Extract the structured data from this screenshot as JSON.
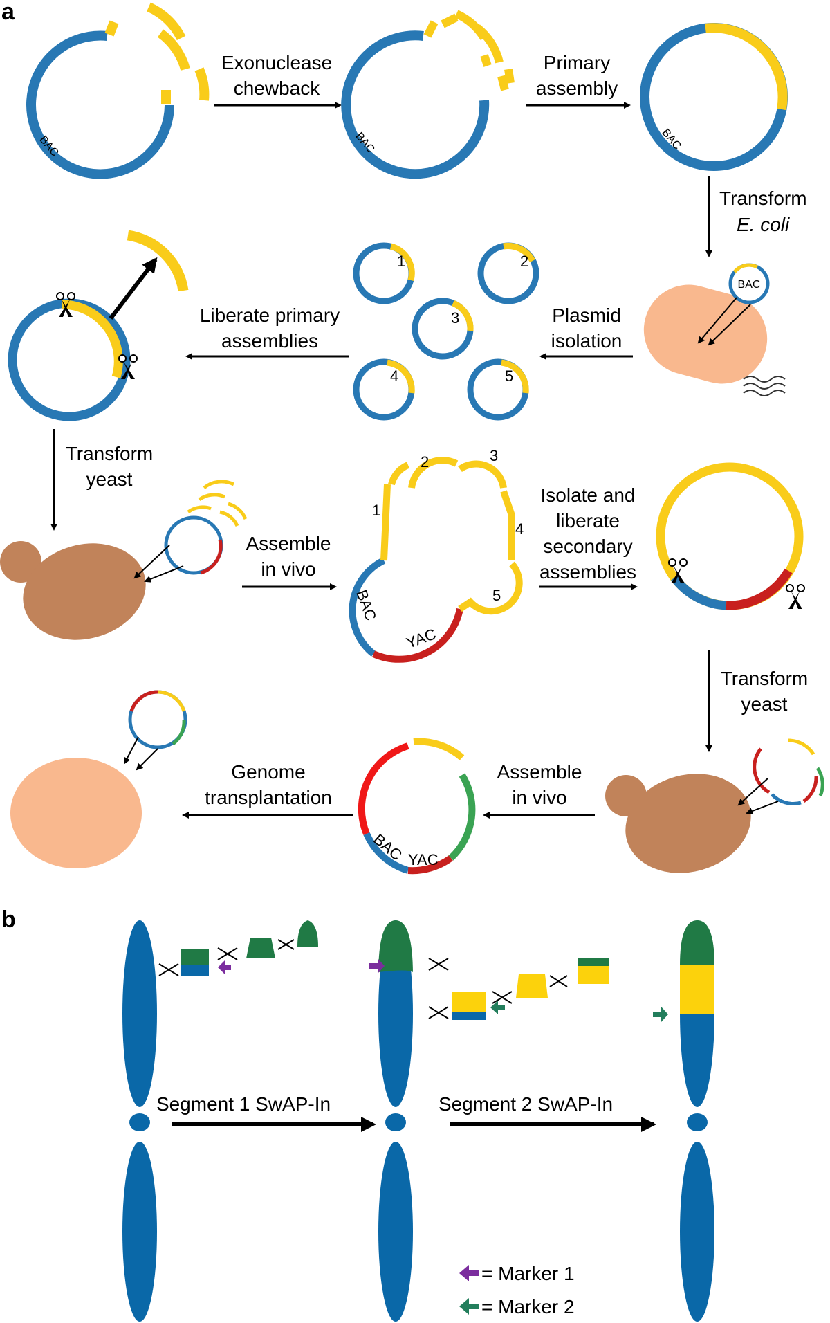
{
  "panels": {
    "a": "a",
    "b": "b"
  },
  "colors": {
    "blue": "#2878b4",
    "yellow": "#f9cc1a",
    "red": "#c8201e",
    "green": "#3aa353",
    "chromosome": "#0a68a8",
    "dark_green": "#207a45",
    "light_yellow": "#fcd20c",
    "cell_pink": "#f9b88e",
    "yeast_brown": "#c1835a",
    "purple": "#7b2d9e",
    "teal": "#237e5c"
  },
  "panel_a": {
    "step1": {
      "line1": "Exonuclease",
      "line2": "chewback"
    },
    "step2": {
      "line1": "Primary",
      "line2": "assembly"
    },
    "step3": {
      "line1": "Transform",
      "line2": "E. coli"
    },
    "step4": {
      "line1": "Plasmid",
      "line2": "isolation"
    },
    "step5": {
      "line1": "Liberate primary",
      "line2": "assemblies"
    },
    "step6": {
      "line1": "Transform",
      "line2": "yeast"
    },
    "step7": {
      "line1": "Assemble",
      "line2": "in vivo"
    },
    "step8": {
      "line1": "Isolate and",
      "line2": "liberate",
      "line3": "secondary",
      "line4": "assemblies"
    },
    "step9": {
      "line1": "Transform",
      "line2": "yeast"
    },
    "step10": {
      "line1": "Assemble",
      "line2": "in vivo"
    },
    "step11": {
      "line1": "Genome",
      "line2": "transplantation"
    },
    "bac": "BAC",
    "yac": "YAC",
    "plasmid_numbers": [
      "1",
      "2",
      "3",
      "4",
      "5"
    ]
  },
  "panel_b": {
    "step1": "Segment 1 SwAP-In",
    "step2": "Segment 2 SwAP-In",
    "legend": [
      {
        "text": "= Marker 1",
        "icon": "purple-arrow-icon"
      },
      {
        "text": "= Marker 2",
        "icon": "teal-arrow-icon"
      }
    ]
  }
}
